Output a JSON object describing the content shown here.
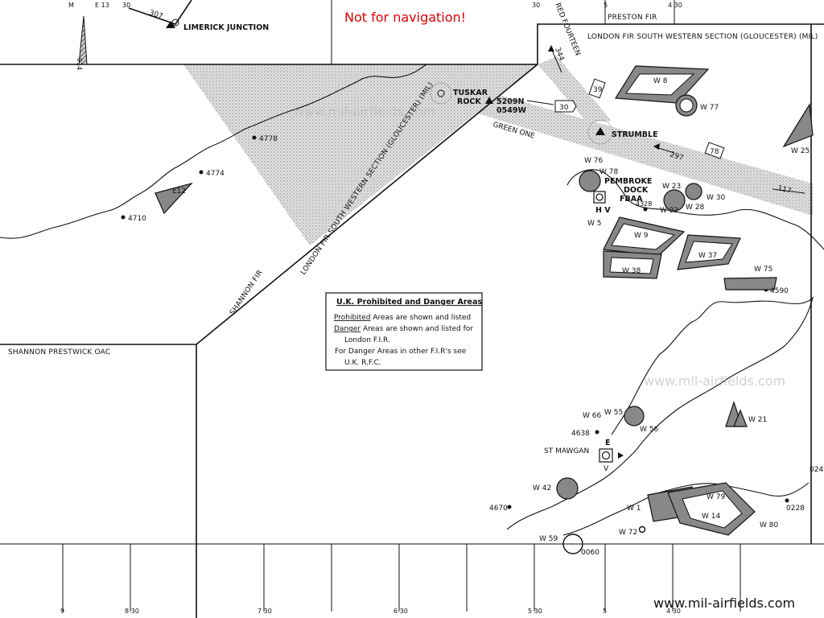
{
  "banner": "Not for navigation!",
  "watermarks": [
    "www.mil-airfields.com",
    "www.mil-airfields.com"
  ],
  "credit": "www.mil-airfields.com",
  "regions": {
    "shannon_prestwick": "SHANNON PRESTWICK OAC",
    "shannon_fir": "SHANNON FIR",
    "london_fir_sw_diag": "LONDON FIR SOUTH WESTERN SECTION (GLOUCESTER) (MIL)",
    "london_fir_sw_top": "LONDON FIR SOUTH WESTERN SECTION (GLOUCESTER) (MIL)",
    "preston_fir": "PRESTON FIR"
  },
  "airways": {
    "green_one": "GREEN ONE",
    "red_fourteen": "RED FOURTEEN",
    "g1_marker": "30",
    "r14_marker": "39",
    "amber_marker": "78",
    "tr_344": "344",
    "tr_297": "297",
    "tr_117": "117",
    "tr_307": "307"
  },
  "places": {
    "limerick": "LIMERICK JUNCTION",
    "tuskar": [
      "TUSKAR",
      "ROCK"
    ],
    "tuskar_coord": [
      "5209N",
      "0549W"
    ],
    "strumble": "STRUMBLE",
    "pembroke": [
      "PEMBROKE",
      "DOCK",
      "FBAA"
    ],
    "st_mawgan": "ST MAWGAN",
    "hv": "H V",
    "v": "V",
    "e": "E"
  },
  "spot_heights": [
    "4778",
    "4774",
    "4710",
    "4328",
    "4590",
    "4638",
    "4670",
    "0060",
    "0228",
    "024"
  ],
  "areas": [
    "E12",
    "W 8",
    "W 77",
    "W 76",
    "W 78",
    "W 25",
    "W 23",
    "W 30",
    "W 22",
    "W 28",
    "W 5",
    "W 9",
    "W 37",
    "W 38",
    "W 75",
    "W 55",
    "W 66",
    "W 56",
    "W 21",
    "W 42",
    "W 1",
    "W 79",
    "W 14",
    "W 72",
    "W 80",
    "W 59"
  ],
  "legend": {
    "title": "U.K. Prohibited and Danger Areas",
    "line1_key": "Prohibited",
    "line1_rest": " Areas are shown and listed",
    "line2_key": "Danger",
    "line2_rest": " Areas are shown and listed for",
    "line3": "London F.I.R.",
    "line4": "For Danger Areas in other F.I.R's see",
    "line5": "U.K. R.F.C."
  },
  "ticks": {
    "top": [
      "M",
      "E 13",
      "30",
      "30",
      "5",
      "4 30"
    ],
    "bottom": [
      "9",
      "8 30",
      "7 30",
      "6 30",
      "5 30",
      "5",
      "4 30"
    ],
    "left_vert": "014"
  }
}
